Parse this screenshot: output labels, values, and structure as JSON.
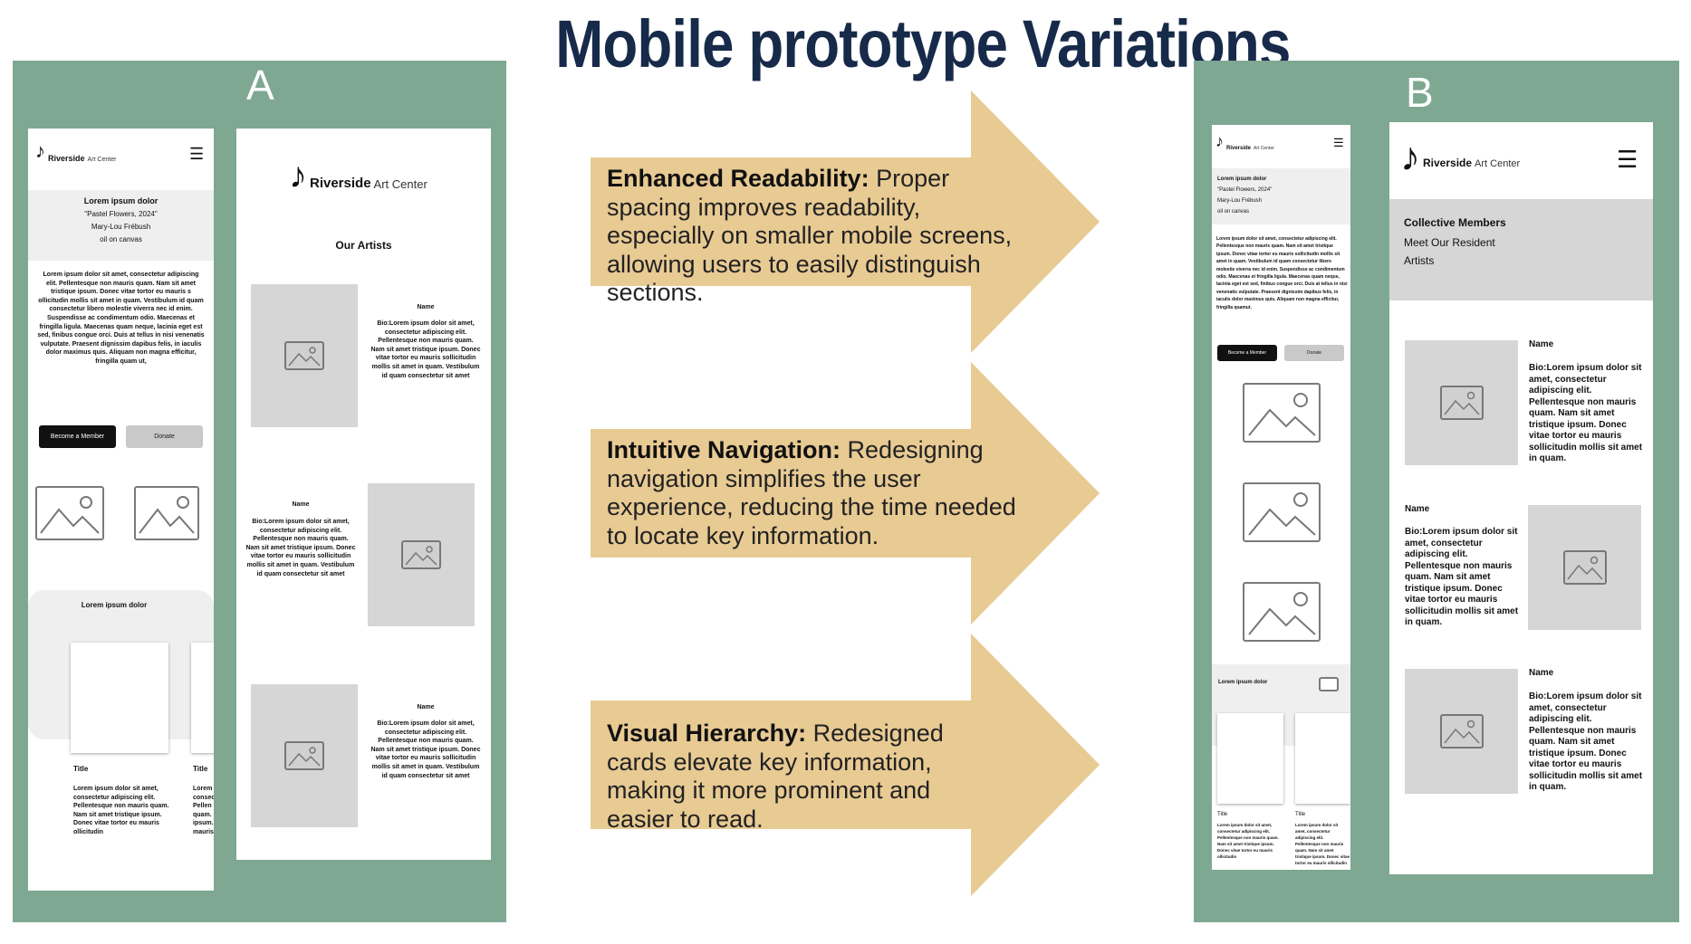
{
  "title": "Mobile prototype Variations",
  "panels": {
    "a_label": "A",
    "b_label": "B"
  },
  "colors": {
    "panel": "#7ea892",
    "arrow": "#e8ca93",
    "title": "#172a4a",
    "placeholder": "#d6d6d6"
  },
  "logo": {
    "brand": "Riverside",
    "sub": "Art Center"
  },
  "screen_a1": {
    "hero_title": "Lorem ipsum dolor",
    "hero_lines": [
      "\"Pastel Flowers, 2024\"",
      "Mary-Lou Frébush",
      "oil on canvas"
    ],
    "body": "Lorem ipsum dolor sit amet, consectetur adipiscing elit. Pellentesque non mauris quam. Nam sit amet tristique ipsum. Donec vitae tortor eu mauris s ollicitudin mollis sit amet in quam. Vestibulum id quam consectetur libero molestie viverra nec id enim. Suspendisse ac condimentum odio. Maecenas et fringilla ligula. Maecenas quam neque, lacinia eget est sed, finibus congue orci. Duis at tellus in nisi venenatis vulputate. Praesent dignissim dapibus felis, in iaculis dolor maximus quis. Aliquam non magna efficitur, fringilla quam ut,",
    "btn_member": "Become a Member",
    "btn_donate": "Donate",
    "card_section_title": "Lorem ipsum dolor",
    "card_title": "Title",
    "card_title_2": "Title",
    "card_body": "Lorem ipsum dolor sit amet, consectetur adipiscing elit. Pellentesque non mauris quam. Nam sit amet tristique ipsum. Donec vitae tortor eu mauris ollicitudin",
    "card_body_2": "Lorem consec Pellen quam. ipsum. mauris"
  },
  "screen_a2": {
    "heading": "Our Artists",
    "artists": [
      {
        "name": "Name",
        "bio": "Bio:Lorem ipsum dolor sit amet, consectetur adipiscing elit. Pellentesque non mauris quam. Nam sit amet tristique ipsum. Donec vitae tortor eu mauris sollicitudin mollis sit amet in quam. Vestibulum id quam consectetur sit amet"
      },
      {
        "name": "Name",
        "bio": "Bio:Lorem ipsum dolor sit amet, consectetur adipiscing elit. Pellentesque non mauris quam. Nam sit amet tristique ipsum. Donec vitae tortor eu mauris sollicitudin mollis sit amet in quam. Vestibulum id quam consectetur sit amet"
      },
      {
        "name": "Name",
        "bio": "Bio:Lorem ipsum dolor sit amet, consectetur adipiscing elit. Pellentesque non mauris quam. Nam sit amet tristique ipsum. Donec vitae tortor eu mauris sollicitudin mollis sit amet in quam. Vestibulum id quam consectetur sit amet"
      }
    ]
  },
  "screen_b1": {
    "hero_title": "Lorem ipsum dolor",
    "hero_lines": [
      "\"Pastel Flowers, 2024\"",
      "Mary-Lou Frébush",
      "oil on canvas"
    ],
    "body": "Lorem ipsum dolor sit amet, consectetur adipiscing elit. Pellentesque non mauris quam. Nam sit amet tristique ipsum. Donec vitae tortor eu mauris sollicitudin mollis sit amet in quam. Vestibulum id quam consectetur libero molestie viverra nec id enim. Suspendisse ac condimentum odio. Maecenas et fringilla ligula. Maecenas quam neque, lacinia eget est sed, finibus congue orci. Duis at tellus in nisi venenatis vulputate. Praesent dignissim dapibus felis, in iaculis dolor maximus quis. Aliquam non magna efficitur, fringilla quamut.",
    "btn_member": "Become a Member",
    "btn_donate": "Donate",
    "section_title": "Lorem ipsum dolor",
    "card_titles": [
      "Title",
      "Title"
    ],
    "card_body": "Lorem ipsum dolor sit amet, consectetur adipiscing elit. Pellentesque non mauris quam. Nam sit amet tristique ipsum. Donec vitae tortor eu mauris ollicitudin",
    "card_body_2": "Lorem ipsum dolor sit amet, consectetur adipiscing elit. Pellentesque non mauris quam. Nam sit amet tristique ipsum. Donec vitae tortor eu mauris ollicitudin"
  },
  "screen_b2": {
    "band_title": "Collective Members",
    "band_sub": "Meet Our Resident Artists",
    "artists": [
      {
        "name": "Name",
        "bio": "Bio:Lorem ipsum dolor sit amet, consectetur adipiscing elit. Pellentesque non mauris quam. Nam sit amet tristique ipsum. Donec vitae tortor eu mauris sollicitudin mollis sit amet in quam."
      },
      {
        "name": "Name",
        "bio": "Bio:Lorem ipsum dolor sit amet, consectetur adipiscing elit. Pellentesque non mauris quam. Nam sit amet tristique ipsum. Donec vitae tortor eu mauris sollicitudin mollis sit amet in quam."
      },
      {
        "name": "Name",
        "bio": "Bio:Lorem ipsum dolor sit amet, consectetur adipiscing elit. Pellentesque non mauris quam. Nam sit amet tristique ipsum. Donec vitae tortor eu mauris sollicitudin mollis sit amet in quam."
      }
    ]
  },
  "arrows": [
    {
      "heading": "Enhanced Readability:",
      "text": " Proper spacing improves readability, especially on smaller mobile screens, allowing users to easily distinguish sections."
    },
    {
      "heading": "Intuitive Navigation:",
      "text": " Redesigning navigation simplifies the user experience, reducing the time needed to locate key information."
    },
    {
      "heading": "Visual Hierarchy:",
      "text": " Redesigned cards elevate key information, making it more prominent and easier to read."
    }
  ]
}
